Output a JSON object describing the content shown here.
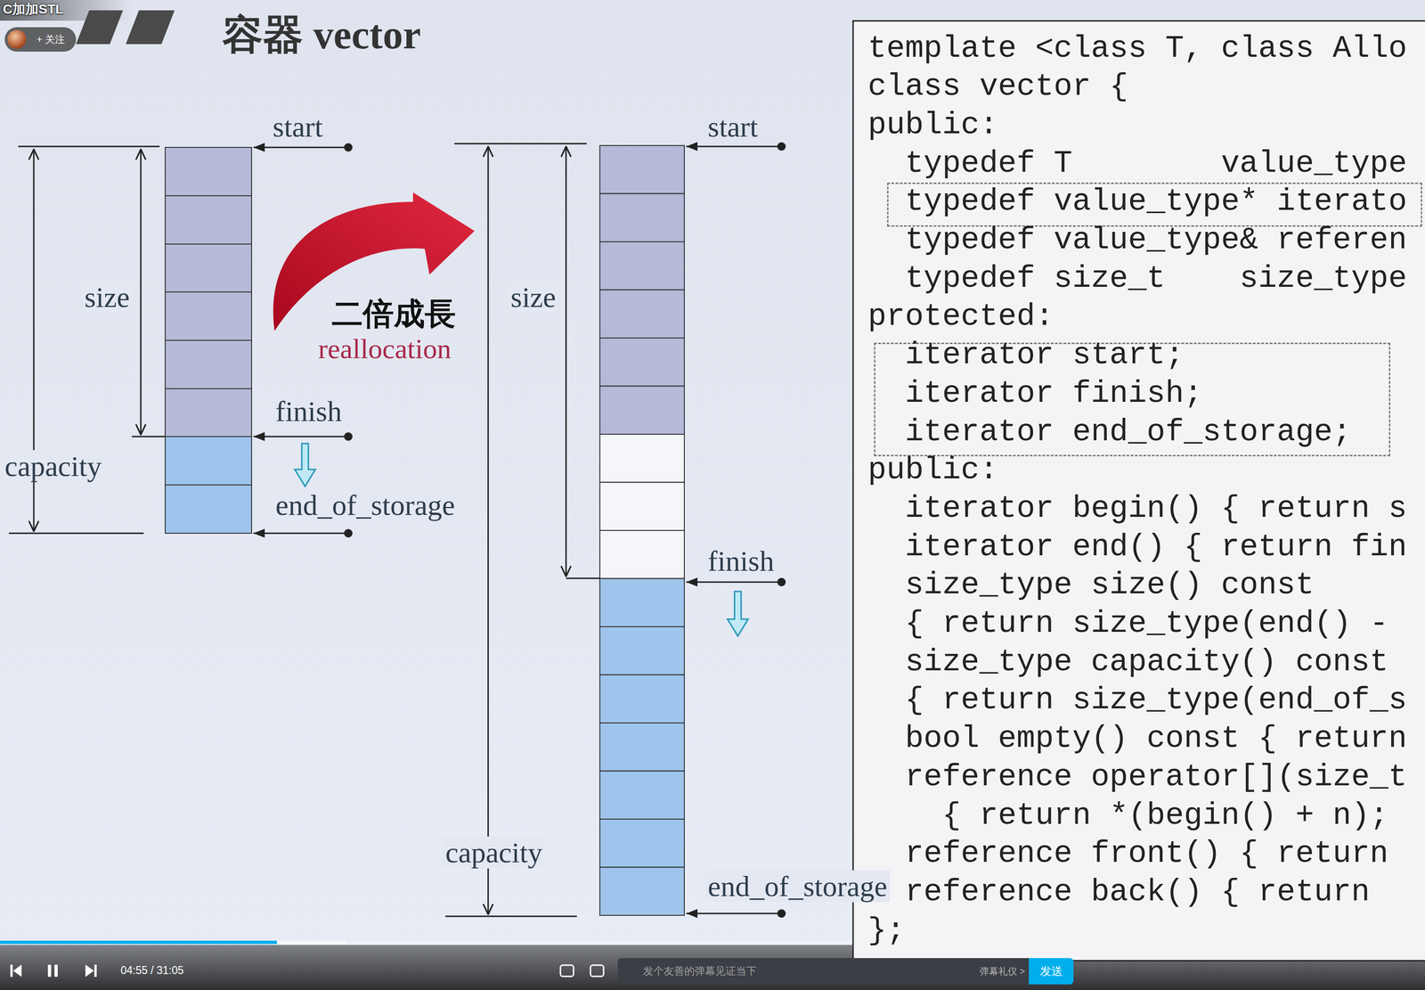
{
  "diagram": {
    "title": "容器 vector",
    "nodes": [
      {
        "text": [
          "+ 关注"
        ]
      },
      {
        "text": [
          "template <class T, class Allo",
          "class vector {",
          "public:",
          "typedef T        value_type",
          "typedef value_type& referen",
          "typedef size_t    size_type",
          "protected:",
          "public:",
          "iterator begin() { return s",
          "iterator end() { return fin",
          "size_type size() const",
          "{ return size_type(end() -",
          "size_type capacity() const",
          "{ return size_type(end_of_s",
          "bool empty() const { return",
          "reference operator[](size_t",
          "{ return *(begin() + n);",
          "reference front() { return",
          "reference back() { return",
          "};"
        ]
      },
      {
        "text": [
          "typedef value_type* iterato"
        ],
        "in": 1
      },
      {
        "text": [
          "iterator start;",
          "iterator finish;",
          "iterator end_of_storage;"
        ],
        "in": 1
      },
      {
        "text": [
          "发个友善的弹幕见证当下",
          "弹幕礼仪 >"
        ]
      },
      {
        "text": [
          "发送"
        ]
      }
    ],
    "labels": [
      "C加加STL",
      "start",
      "size",
      "finish",
      "capacity",
      "end_of_storage",
      "二倍成長",
      "reallocation",
      "start",
      "size",
      "finish",
      "capacity",
      "end_of_storage",
      "04:55 / 31:05"
    ]
  }
}
